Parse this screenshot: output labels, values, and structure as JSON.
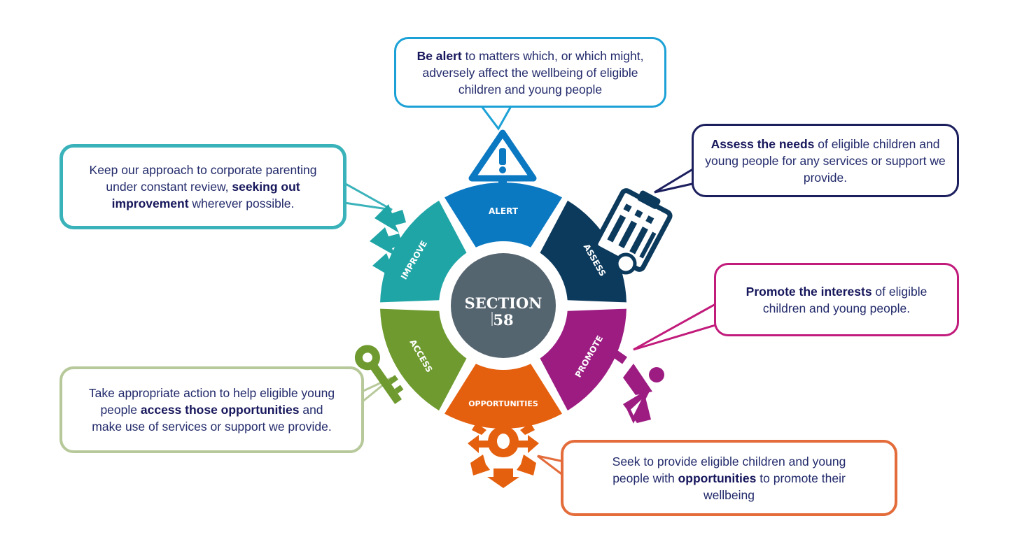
{
  "center": {
    "line1": "SECTION",
    "line2": "58"
  },
  "segments": {
    "alert": {
      "label": "ALERT",
      "color": "#0b78c2"
    },
    "assess": {
      "label": "ASSESS",
      "color": "#0c3a5d"
    },
    "promote": {
      "label": "PROMOTE",
      "color": "#9c1c82"
    },
    "opportunities": {
      "label": "OPPORTUNITIES",
      "color": "#e5600e"
    },
    "access": {
      "label": "ACCESS",
      "color": "#6e9a2f"
    },
    "improve": {
      "label": "IMPROVE",
      "color": "#1fa5a6"
    }
  },
  "bubbles": {
    "alert": {
      "pre": "",
      "bold": "Be alert",
      "post": " to matters which, or which might, adversely affect the wellbeing of eligible children and young people",
      "color": "#1ba1d6"
    },
    "assess": {
      "pre": "",
      "bold": "Assess the needs",
      "post": " of eligible children and young people for any services or support we provide.",
      "color": "#1c1f5e"
    },
    "promote": {
      "pre": "",
      "bold": "Promote the interests",
      "post": " of eligible children and young people.",
      "color": "#c11b7b"
    },
    "opportunities": {
      "pre": "Seek to provide eligible children and young people with ",
      "bold": "opportunities",
      "post": " to promote their wellbeing",
      "color": "#e36c3a"
    },
    "access": {
      "pre": "Take appropriate action to help eligible young people ",
      "bold": "access those opportunities",
      "post": " and make use of services or support we provide.",
      "color": "#b7c99a"
    },
    "improve": {
      "pre": "Keep our approach to corporate parenting under constant review, ",
      "bold": "seeking out improvement",
      "post": " wherever possible.",
      "color": "#3ab2ba"
    }
  },
  "icons": [
    "warning-icon",
    "clipboard-icon",
    "megaphone-person-icon",
    "directions-arrows-icon",
    "key-icon",
    "upward-arrows-icon"
  ]
}
